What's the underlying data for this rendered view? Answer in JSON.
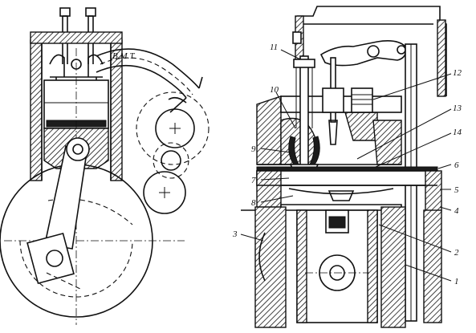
{
  "figure": {
    "left_annotation": "В.М.Т",
    "callouts": [
      {
        "num": "1"
      },
      {
        "num": "2"
      },
      {
        "num": "3"
      },
      {
        "num": "4"
      },
      {
        "num": "5"
      },
      {
        "num": "6"
      },
      {
        "num": "7"
      },
      {
        "num": "8"
      },
      {
        "num": "9"
      },
      {
        "num": "10"
      },
      {
        "num": "11"
      },
      {
        "num": "12"
      },
      {
        "num": "13"
      },
      {
        "num": "14"
      }
    ]
  }
}
